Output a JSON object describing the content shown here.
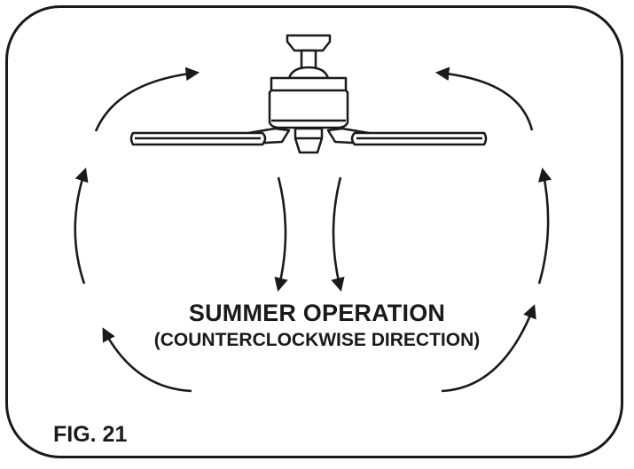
{
  "diagram": {
    "title": "SUMMER OPERATION",
    "subtitle": "(COUNTERCLOCKWISE DIRECTION)",
    "figure_label": "FIG. 21"
  },
  "colors": {
    "ink": "#1a1a1a",
    "background": "#ffffff"
  },
  "icons": [
    "ceiling-fan-icon",
    "airflow-arrow-icon"
  ]
}
